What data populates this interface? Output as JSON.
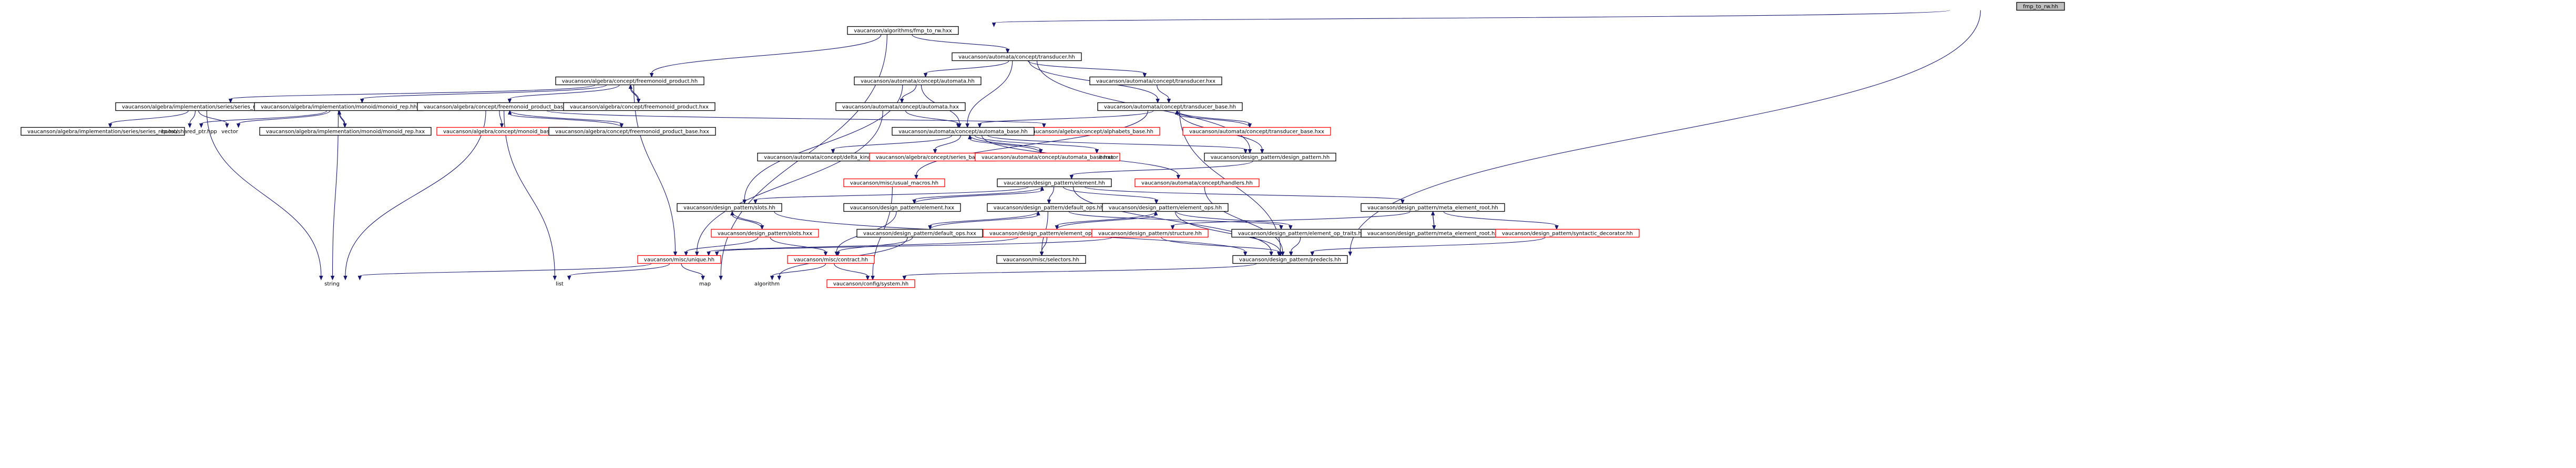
{
  "colors": {
    "edge": "#191970",
    "node_border": "#000000",
    "node_border_truncated": "#ff0000",
    "node_fill": "#ffffff",
    "root_fill": "#bfbfbf",
    "plain_text": "#000000"
  },
  "graph": {
    "nodes": [
      {
        "id": "root",
        "label": "fmp_to_rw.hh",
        "style": "root"
      },
      {
        "id": "algo_fmp_hxx",
        "label": "vaucanson/algorithms/fmp_to_rw.hxx",
        "style": "normal"
      },
      {
        "id": "freemonoid_product_hh",
        "label": "vaucanson/algebra/concept/freemonoid_product.hh",
        "style": "normal"
      },
      {
        "id": "transducer_hh",
        "label": "vaucanson/automata/concept/transducer.hh",
        "style": "normal"
      },
      {
        "id": "series_rep_hh",
        "label": "vaucanson/algebra/implementation/series/series_rep.hh",
        "style": "normal"
      },
      {
        "id": "monoid_rep_hh",
        "label": "vaucanson/algebra/implementation/monoid/monoid_rep.hh",
        "style": "normal"
      },
      {
        "id": "freemonoid_product_base_hh",
        "label": "vaucanson/algebra/concept/freemonoid_product_base.hh",
        "style": "normal"
      },
      {
        "id": "freemonoid_product_hxx",
        "label": "vaucanson/algebra/concept/freemonoid_product.hxx",
        "style": "normal"
      },
      {
        "id": "automata_hh",
        "label": "vaucanson/automata/concept/automata.hh",
        "style": "normal"
      },
      {
        "id": "transducer_hxx",
        "label": "vaucanson/automata/concept/transducer.hxx",
        "style": "normal"
      },
      {
        "id": "automata_hxx",
        "label": "vaucanson/automata/concept/automata.hxx",
        "style": "normal"
      },
      {
        "id": "transducer_base_hh",
        "label": "vaucanson/automata/concept/transducer_base.hh",
        "style": "normal"
      },
      {
        "id": "series_rep_hxx",
        "label": "vaucanson/algebra/implementation/series/series_rep.hxx",
        "style": "normal"
      },
      {
        "id": "shared_ptr",
        "label": "boost/shared_ptr.hpp",
        "style": "plain"
      },
      {
        "id": "vector",
        "label": "vector",
        "style": "plain"
      },
      {
        "id": "monoid_rep_hxx",
        "label": "vaucanson/algebra/implementation/monoid/monoid_rep.hxx",
        "style": "normal"
      },
      {
        "id": "monoid_base_hh",
        "label": "vaucanson/algebra/concept/monoid_base.hh",
        "style": "truncated"
      },
      {
        "id": "freemonoid_product_base_hxx",
        "label": "vaucanson/algebra/concept/freemonoid_product_base.hxx",
        "style": "normal"
      },
      {
        "id": "alphabets_base_hh",
        "label": "vaucanson/algebra/concept/alphabets_base.hh",
        "style": "truncated"
      },
      {
        "id": "automata_base_hh",
        "label": "vaucanson/automata/concept/automata_base.hh",
        "style": "normal"
      },
      {
        "id": "transducer_base_hxx",
        "label": "vaucanson/automata/concept/transducer_base.hxx",
        "style": "truncated"
      },
      {
        "id": "delta_kind_hh",
        "label": "vaucanson/automata/concept/delta_kind.hh",
        "style": "normal"
      },
      {
        "id": "series_base_hh",
        "label": "vaucanson/algebra/concept/series_base.hh",
        "style": "truncated"
      },
      {
        "id": "automata_base_hxx",
        "label": "vaucanson/automata/concept/automata_base.hxx",
        "style": "truncated"
      },
      {
        "id": "iterator",
        "label": "iterator",
        "style": "plain"
      },
      {
        "id": "design_pattern_hh",
        "label": "vaucanson/design_pattern/design_pattern.hh",
        "style": "normal"
      },
      {
        "id": "usual_macros_hh",
        "label": "vaucanson/misc/usual_macros.hh",
        "style": "truncated"
      },
      {
        "id": "element_hh",
        "label": "vaucanson/design_pattern/element.hh",
        "style": "normal"
      },
      {
        "id": "handlers_hh",
        "label": "vaucanson/automata/concept/handlers.hh",
        "style": "truncated"
      },
      {
        "id": "slots_hh",
        "label": "vaucanson/design_pattern/slots.hh",
        "style": "normal"
      },
      {
        "id": "element_hxx",
        "label": "vaucanson/design_pattern/element.hxx",
        "style": "normal"
      },
      {
        "id": "default_ops_hh",
        "label": "vaucanson/design_pattern/default_ops.hh",
        "style": "normal"
      },
      {
        "id": "element_ops_hh",
        "label": "vaucanson/design_pattern/element_ops.hh",
        "style": "normal"
      },
      {
        "id": "meta_element_root_hh",
        "label": "vaucanson/design_pattern/meta_element_root.hh",
        "style": "normal"
      },
      {
        "id": "slots_hxx",
        "label": "vaucanson/design_pattern/slots.hxx",
        "style": "truncated"
      },
      {
        "id": "default_ops_hxx",
        "label": "vaucanson/design_pattern/default_ops.hxx",
        "style": "normal"
      },
      {
        "id": "element_ops_hxx",
        "label": "vaucanson/design_pattern/element_ops.hxx",
        "style": "truncated"
      },
      {
        "id": "structure_hh",
        "label": "vaucanson/design_pattern/structure.hh",
        "style": "truncated"
      },
      {
        "id": "element_op_traits_hh",
        "label": "vaucanson/design_pattern/element_op_traits.hh",
        "style": "normal"
      },
      {
        "id": "meta_element_root_hxx",
        "label": "vaucanson/design_pattern/meta_element_root.hxx",
        "style": "normal"
      },
      {
        "id": "syntactic_decorator_hh",
        "label": "vaucanson/design_pattern/syntactic_decorator.hh",
        "style": "truncated"
      },
      {
        "id": "unique_hh",
        "label": "vaucanson/misc/unique.hh",
        "style": "truncated"
      },
      {
        "id": "contract_hh",
        "label": "vaucanson/misc/contract.hh",
        "style": "truncated"
      },
      {
        "id": "selectors_hh",
        "label": "vaucanson/misc/selectors.hh",
        "style": "normal"
      },
      {
        "id": "predecls_hh",
        "label": "vaucanson/design_pattern/predecls.hh",
        "style": "normal"
      },
      {
        "id": "string",
        "label": "string",
        "style": "plain"
      },
      {
        "id": "list",
        "label": "list",
        "style": "plain"
      },
      {
        "id": "map",
        "label": "map",
        "style": "plain"
      },
      {
        "id": "algorithm",
        "label": "algorithm",
        "style": "plain"
      },
      {
        "id": "system_hh",
        "label": "vaucanson/config/system.hh",
        "style": "truncated"
      }
    ],
    "edges": [
      [
        "root",
        "algo_fmp_hxx"
      ],
      [
        "root",
        "predecls_hh"
      ],
      [
        "algo_fmp_hxx",
        "freemonoid_product_hh"
      ],
      [
        "algo_fmp_hxx",
        "transducer_hh"
      ],
      [
        "algo_fmp_hxx",
        "map"
      ],
      [
        "freemonoid_product_hh",
        "series_rep_hh"
      ],
      [
        "freemonoid_product_hh",
        "monoid_rep_hh"
      ],
      [
        "freemonoid_product_hh",
        "freemonoid_product_base_hh"
      ],
      [
        "freemonoid_product_hh",
        "freemonoid_product_hxx"
      ],
      [
        "freemonoid_product_hh",
        "unique_hh"
      ],
      [
        "freemonoid_product_hxx",
        "freemonoid_product_hh"
      ],
      [
        "transducer_hh",
        "automata_hh"
      ],
      [
        "transducer_hh",
        "transducer_hxx"
      ],
      [
        "transducer_hh",
        "transducer_base_hh"
      ],
      [
        "transducer_hh",
        "automata_base_hh"
      ],
      [
        "transducer_hh",
        "design_pattern_hh"
      ],
      [
        "series_rep_hh",
        "series_rep_hxx"
      ],
      [
        "series_rep_hh",
        "shared_ptr"
      ],
      [
        "series_rep_hh",
        "vector"
      ],
      [
        "series_rep_hh",
        "string"
      ],
      [
        "monoid_rep_hh",
        "monoid_rep_hxx"
      ],
      [
        "monoid_rep_hh",
        "shared_ptr"
      ],
      [
        "monoid_rep_hh",
        "vector"
      ],
      [
        "monoid_rep_hh",
        "string"
      ],
      [
        "monoid_rep_hxx",
        "monoid_rep_hh"
      ],
      [
        "freemonoid_product_base_hh",
        "monoid_base_hh"
      ],
      [
        "freemonoid_product_base_hh",
        "freemonoid_product_base_hxx"
      ],
      [
        "freemonoid_product_base_hh",
        "alphabets_base_hh"
      ],
      [
        "freemonoid_product_base_hh",
        "string"
      ],
      [
        "freemonoid_product_base_hh",
        "list"
      ],
      [
        "freemonoid_product_base_hxx",
        "freemonoid_product_base_hh"
      ],
      [
        "automata_hh",
        "automata_hxx"
      ],
      [
        "automata_hh",
        "automata_base_hh"
      ],
      [
        "automata_hh",
        "slots_hh"
      ],
      [
        "automata_hxx",
        "automata_base_hh"
      ],
      [
        "automata_hxx",
        "unique_hh"
      ],
      [
        "transducer_hxx",
        "transducer_base_hh"
      ],
      [
        "transducer_base_hh",
        "automata_base_hh"
      ],
      [
        "transducer_base_hh",
        "transducer_base_hxx"
      ],
      [
        "transducer_base_hh",
        "design_pattern_hh"
      ],
      [
        "transducer_base_hh",
        "usual_macros_hh"
      ],
      [
        "transducer_base_hh",
        "predecls_hh"
      ],
      [
        "transducer_base_hxx",
        "transducer_base_hh"
      ],
      [
        "automata_base_hh",
        "delta_kind_hh"
      ],
      [
        "automata_base_hh",
        "series_base_hh"
      ],
      [
        "automata_base_hh",
        "automata_base_hxx"
      ],
      [
        "automata_base_hh",
        "iterator"
      ],
      [
        "automata_base_hh",
        "design_pattern_hh"
      ],
      [
        "automata_base_hh",
        "handlers_hh"
      ],
      [
        "automata_base_hxx",
        "automata_base_hh"
      ],
      [
        "design_pattern_hh",
        "element_hh"
      ],
      [
        "element_hh",
        "slots_hh"
      ],
      [
        "element_hh",
        "element_hxx"
      ],
      [
        "element_hh",
        "default_ops_hh"
      ],
      [
        "element_hh",
        "element_ops_hh"
      ],
      [
        "element_hh",
        "meta_element_root_hh"
      ],
      [
        "element_hh",
        "predecls_hh"
      ],
      [
        "element_hxx",
        "element_hh"
      ],
      [
        "element_hxx",
        "contract_hh"
      ],
      [
        "slots_hh",
        "slots_hxx"
      ],
      [
        "slots_hh",
        "predecls_hh"
      ],
      [
        "slots_hxx",
        "slots_hh"
      ],
      [
        "slots_hxx",
        "unique_hh"
      ],
      [
        "slots_hxx",
        "contract_hh"
      ],
      [
        "default_ops_hh",
        "default_ops_hxx"
      ],
      [
        "default_ops_hh",
        "element_op_traits_hh"
      ],
      [
        "default_ops_hh",
        "selectors_hh"
      ],
      [
        "default_ops_hxx",
        "default_ops_hh"
      ],
      [
        "default_ops_hxx",
        "contract_hh"
      ],
      [
        "default_ops_hxx",
        "algorithm"
      ],
      [
        "element_ops_hh",
        "element_ops_hxx"
      ],
      [
        "element_ops_hh",
        "element_op_traits_hh"
      ],
      [
        "element_ops_hh",
        "predecls_hh"
      ],
      [
        "element_ops_hxx",
        "element_ops_hh"
      ],
      [
        "element_ops_hxx",
        "unique_hh"
      ],
      [
        "element_ops_hxx",
        "selectors_hh"
      ],
      [
        "structure_hh",
        "unique_hh"
      ],
      [
        "structure_hh",
        "predecls_hh"
      ],
      [
        "element_op_traits_hh",
        "predecls_hh"
      ],
      [
        "meta_element_root_hh",
        "meta_element_root_hxx"
      ],
      [
        "meta_element_root_hh",
        "syntactic_decorator_hh"
      ],
      [
        "meta_element_root_hh",
        "structure_hh"
      ],
      [
        "meta_element_root_hxx",
        "meta_element_root_hh"
      ],
      [
        "syntactic_decorator_hh",
        "predecls_hh"
      ],
      [
        "unique_hh",
        "string"
      ],
      [
        "unique_hh",
        "list"
      ],
      [
        "unique_hh",
        "map"
      ],
      [
        "contract_hh",
        "system_hh"
      ],
      [
        "contract_hh",
        "algorithm"
      ],
      [
        "handlers_hh",
        "predecls_hh"
      ],
      [
        "usual_macros_hh",
        "system_hh"
      ],
      [
        "predecls_hh",
        "system_hh"
      ]
    ]
  }
}
